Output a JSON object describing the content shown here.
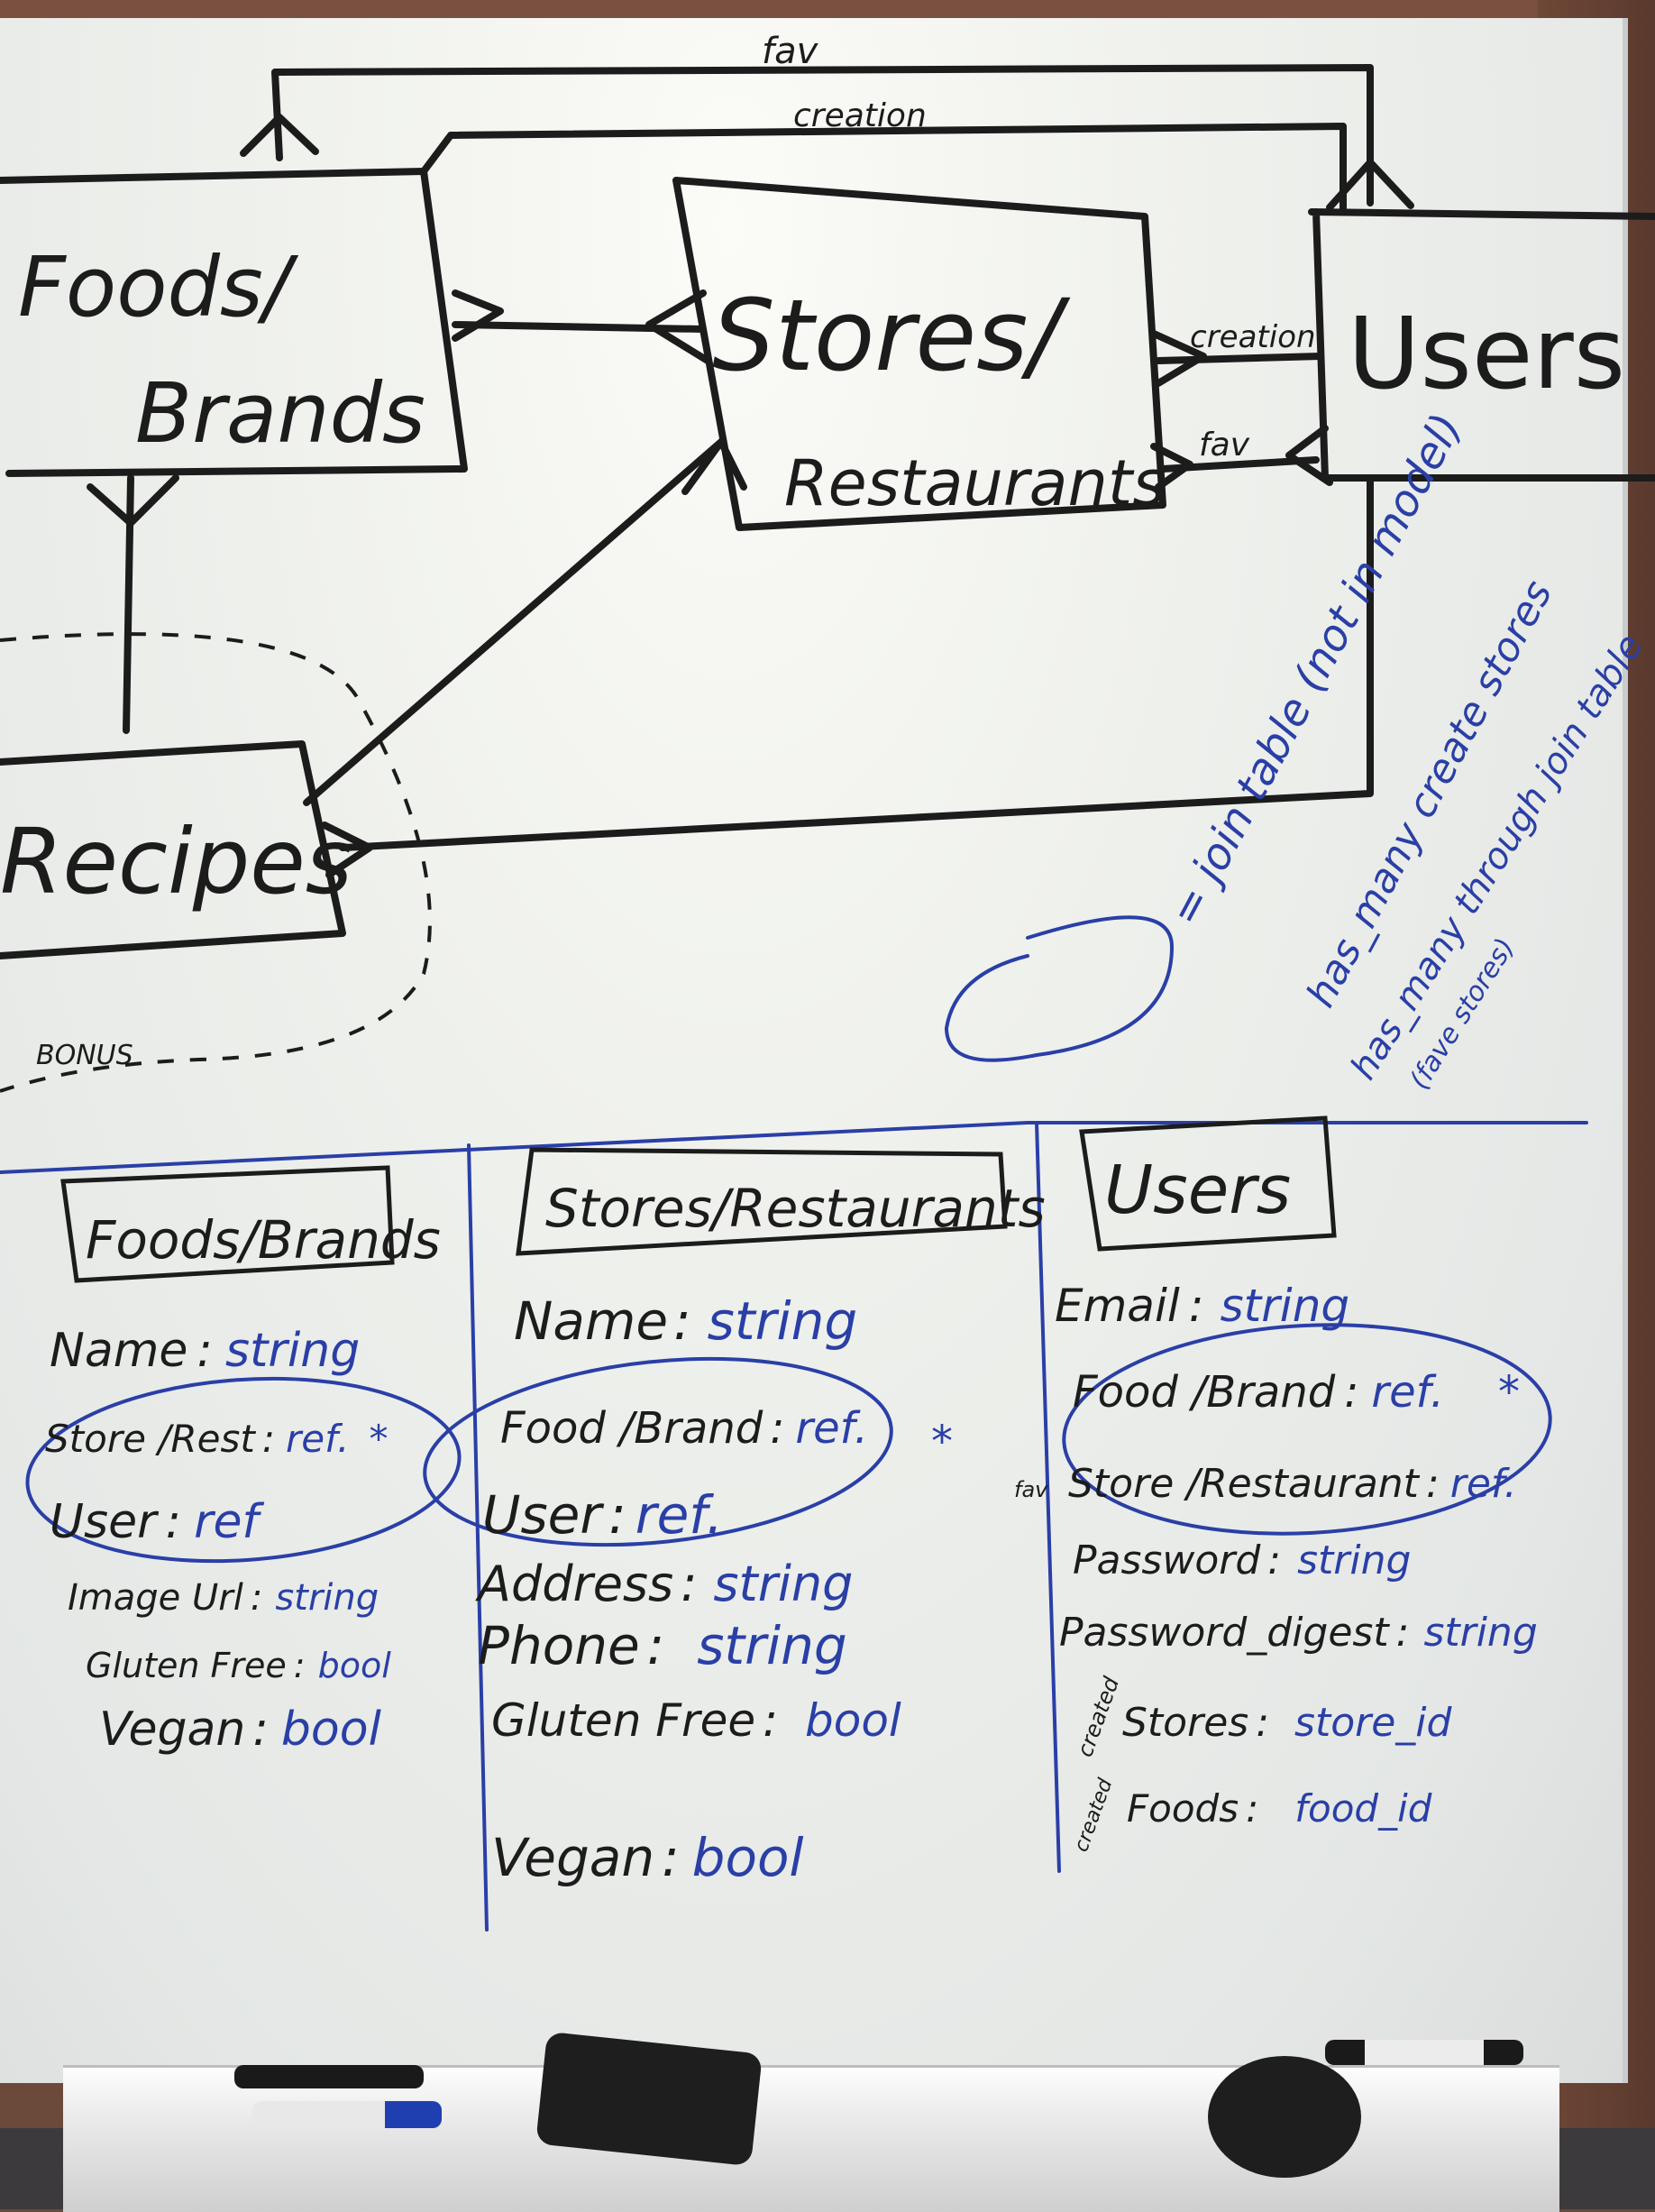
{
  "diagram": {
    "entities": {
      "foods": "Foods/\nBrands",
      "foods_line1": "Foods/",
      "foods_line2": "Brands",
      "stores_line1": "Stores/",
      "stores_line2": "Restaurants",
      "users": "Users",
      "recipes": "Recipes"
    },
    "relations": {
      "top_fav": "fav",
      "top_creation": "creation",
      "stores_users_creation": "creation",
      "stores_users_fav": "fav",
      "bonus": "BONUS"
    },
    "legend": {
      "join_table": "= join table (not in model)",
      "has_many": "has_many create stores",
      "has_many_through": "has_many through join table",
      "fave_stores": "(fave stores)"
    }
  },
  "tables": [
    {
      "title": "Foods/Brands",
      "fields": [
        {
          "name": "Name",
          "sep": ":",
          "type": "string"
        },
        {
          "name": "Store /Rest",
          "sep": ":",
          "type": "ref."
        },
        {
          "name": "User",
          "sep": ":",
          "type": "ref"
        },
        {
          "name": "Image Url",
          "sep": ":",
          "type": "string"
        },
        {
          "name": "Gluten Free",
          "sep": ":",
          "type": "bool"
        },
        {
          "name": "Vegan",
          "sep": ":",
          "type": "bool"
        }
      ],
      "star": "*"
    },
    {
      "title": "Stores/Restaurants",
      "fields": [
        {
          "name": "Name",
          "sep": ":",
          "type": "string"
        },
        {
          "name": "Food /Brand",
          "sep": ":",
          "type": "ref."
        },
        {
          "name": "User",
          "sep": ":",
          "type": "ref."
        },
        {
          "name": "Address",
          "sep": ":",
          "type": "string"
        },
        {
          "name": "Phone",
          "sep": ":",
          "type": "string"
        },
        {
          "name": "Gluten Free",
          "sep": ":",
          "type": "bool"
        },
        {
          "name": "Vegan",
          "sep": ":",
          "type": "bool"
        }
      ],
      "star": "*"
    },
    {
      "title": "Users",
      "fields": [
        {
          "name": "Email",
          "sep": ":",
          "type": "string"
        },
        {
          "name": "Food /Brand",
          "sep": ":",
          "type": "ref."
        },
        {
          "name": "Store /Restaurant",
          "sep": ":",
          "type": "ref."
        },
        {
          "name": "Password",
          "sep": ":",
          "type": "string"
        },
        {
          "name": "Password_digest",
          "sep": ":",
          "type": "string"
        },
        {
          "name": "Stores",
          "sep": ":",
          "type": "store_id",
          "prefix": "created"
        },
        {
          "name": "Foods",
          "sep": ":",
          "type": "food_id",
          "prefix": "created"
        }
      ],
      "star": "*",
      "fav_mark": "fav"
    }
  ],
  "colors": {
    "marker_black": "#1c1c1c",
    "marker_blue": "#2a3fa6",
    "board": "#eef0ec",
    "wall": "#6b4a3c"
  }
}
